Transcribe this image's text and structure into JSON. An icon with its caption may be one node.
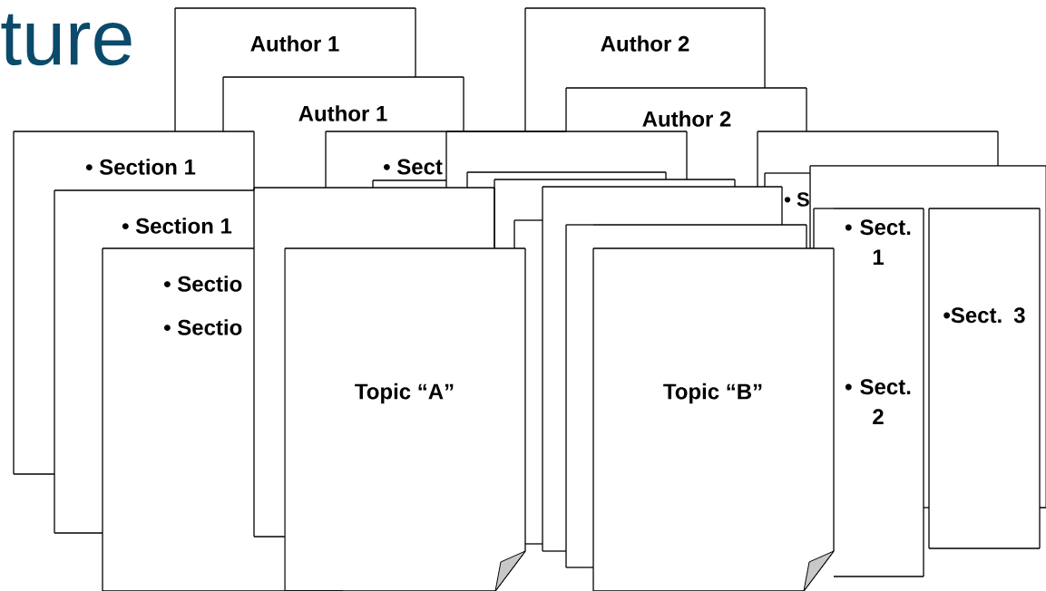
{
  "diagram": {
    "title": "ture",
    "nodes": [
      {
        "text": [
          "Author 1"
        ]
      },
      {
        "text": [
          "Author 2"
        ]
      },
      {
        "text": [
          "Author 1"
        ]
      },
      {
        "text": [
          "Author 2"
        ]
      },
      {
        "text": [
          "• Section 1"
        ]
      },
      {
        "text": [
          "• Sect"
        ]
      },
      {
        "text": [],
        "shape": "box"
      },
      {
        "text": [],
        "shape": "box"
      },
      {
        "text": [],
        "shape": "box"
      },
      {
        "text": [
          "• S"
        ]
      },
      {
        "text": [],
        "shape": "box"
      },
      {
        "text": [],
        "shape": "box"
      },
      {
        "text": [],
        "shape": "box"
      },
      {
        "text": [
          "• Section 1"
        ]
      },
      {
        "text": [
          "• Sectio",
          "• Sectio"
        ]
      },
      {
        "text": [],
        "shape": "box"
      },
      {
        "text": [
          "Topic “A”"
        ]
      },
      {
        "text": [],
        "shape": "box"
      },
      {
        "text": [],
        "shape": "box"
      },
      {
        "text": [
          "Topic “B”"
        ]
      },
      {
        "text": [],
        "shape": "box"
      },
      {
        "text": [
          "• Sect. 1",
          "• Sect. 2"
        ]
      },
      {
        "text": [
          "•Sect. 3"
        ]
      }
    ]
  }
}
